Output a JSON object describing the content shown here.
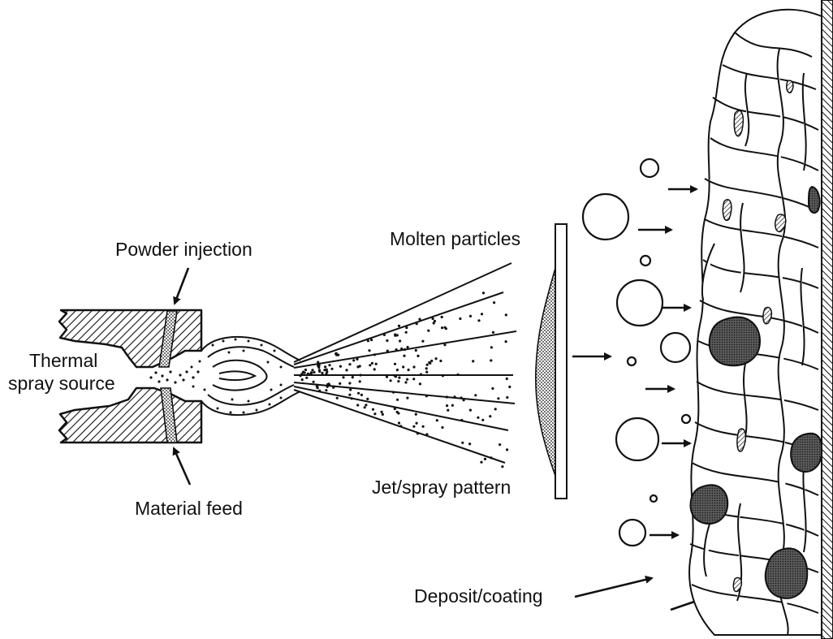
{
  "labels": {
    "powder_injection": "Powder injection",
    "thermal_line1": "Thermal",
    "thermal_line2": "spray source",
    "material_feed": "Material feed",
    "molten_particles": "Molten particles",
    "jet_spray_pattern": "Jet/spray pattern",
    "deposit_coating": "Deposit/coating"
  },
  "colors": {
    "ink": "#111111",
    "paper": "#ffffff",
    "splat_fill": "#4a4a4a"
  },
  "icons": {
    "torch": "thermal-spray-torch",
    "plume": "spray-plume",
    "substrate": "substrate-plate",
    "particles": "droplet-circles",
    "coating": "lamellar-coating"
  }
}
